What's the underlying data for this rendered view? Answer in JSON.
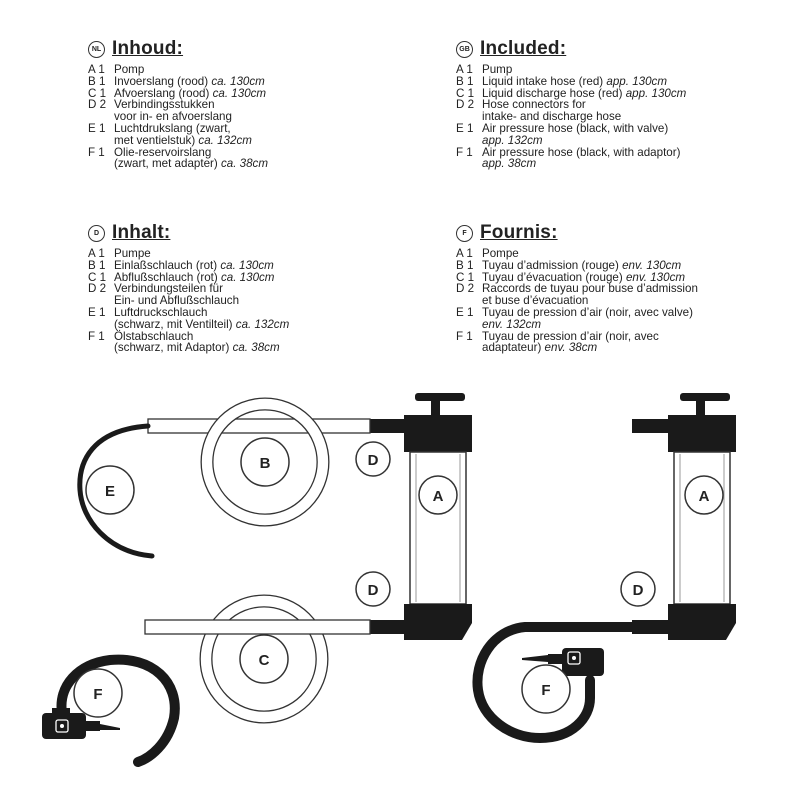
{
  "sections": [
    {
      "id": "nl",
      "badge": "NL",
      "title": "Inhoud:",
      "items": [
        {
          "code": "A 1",
          "lines": [
            {
              "text": "Pomp",
              "size": ""
            }
          ]
        },
        {
          "code": "B 1",
          "lines": [
            {
              "text": "Invoerslang (rood)",
              "size": "ca. 130cm"
            }
          ]
        },
        {
          "code": "C 1",
          "lines": [
            {
              "text": "Afvoerslang (rood)",
              "size": "ca. 130cm"
            }
          ]
        },
        {
          "code": "D 2",
          "lines": [
            {
              "text": "Verbindingsstukken",
              "size": ""
            },
            {
              "text": "voor in- en afvoerslang",
              "size": ""
            }
          ]
        },
        {
          "code": "E 1",
          "lines": [
            {
              "text": "Luchtdrukslang (zwart,",
              "size": ""
            },
            {
              "text": "met ventielstuk)",
              "size": "ca. 132cm"
            }
          ]
        },
        {
          "code": "F 1",
          "lines": [
            {
              "text": "Olie-reservoirslang",
              "size": ""
            },
            {
              "text": "(zwart, met adapter)",
              "size": "ca. 38cm"
            }
          ]
        }
      ]
    },
    {
      "id": "gb",
      "badge": "GB",
      "title": "Included:",
      "items": [
        {
          "code": "A 1",
          "lines": [
            {
              "text": "Pump",
              "size": ""
            }
          ]
        },
        {
          "code": "B 1",
          "lines": [
            {
              "text": "Liquid intake hose (red)",
              "size": "app. 130cm"
            }
          ]
        },
        {
          "code": "C 1",
          "lines": [
            {
              "text": "Liquid discharge hose (red)",
              "size": "app. 130cm"
            }
          ]
        },
        {
          "code": "D 2",
          "lines": [
            {
              "text": "Hose connectors for",
              "size": ""
            },
            {
              "text": "intake- and discharge hose",
              "size": ""
            }
          ]
        },
        {
          "code": "E 1",
          "lines": [
            {
              "text": "Air pressure hose (black, with valve)",
              "size": ""
            },
            {
              "text": "",
              "size": "app. 132cm"
            }
          ]
        },
        {
          "code": "F 1",
          "lines": [
            {
              "text": "Air pressure hose (black, with adaptor)",
              "size": ""
            },
            {
              "text": "",
              "size": "app. 38cm"
            }
          ]
        }
      ]
    },
    {
      "id": "d",
      "badge": "D",
      "title": "Inhalt:",
      "items": [
        {
          "code": "A 1",
          "lines": [
            {
              "text": "Pumpe",
              "size": ""
            }
          ]
        },
        {
          "code": "B 1",
          "lines": [
            {
              "text": "Einlaßschlauch (rot)",
              "size": "ca. 130cm"
            }
          ]
        },
        {
          "code": "C 1",
          "lines": [
            {
              "text": "Abflußschlauch (rot)",
              "size": "ca. 130cm"
            }
          ]
        },
        {
          "code": "D 2",
          "lines": [
            {
              "text": "Verbindungsteilen für",
              "size": ""
            },
            {
              "text": "Ein- und Abflußschlauch",
              "size": ""
            }
          ]
        },
        {
          "code": "E 1",
          "lines": [
            {
              "text": "Luftdruckschlauch",
              "size": ""
            },
            {
              "text": "(schwarz, mit Ventilteil)",
              "size": "ca. 132cm"
            }
          ]
        },
        {
          "code": "F 1",
          "lines": [
            {
              "text": "Ölstabschlauch",
              "size": ""
            },
            {
              "text": "(schwarz, mit Adaptor)",
              "size": "ca. 38cm"
            }
          ]
        }
      ]
    },
    {
      "id": "f",
      "badge": "F",
      "title": "Fournis:",
      "items": [
        {
          "code": "A 1",
          "lines": [
            {
              "text": "Pompe",
              "size": ""
            }
          ]
        },
        {
          "code": "B 1",
          "lines": [
            {
              "text": "Tuyau d’admission (rouge)",
              "size": "env. 130cm"
            }
          ]
        },
        {
          "code": "C 1",
          "lines": [
            {
              "text": "Tuyau d’évacuation (rouge)",
              "size": "env. 130cm"
            }
          ]
        },
        {
          "code": "D 2",
          "lines": [
            {
              "text": "Raccords de tuyau pour buse d’admission",
              "size": ""
            },
            {
              "text": "et buse d’évacuation",
              "size": ""
            }
          ]
        },
        {
          "code": "E 1",
          "lines": [
            {
              "text": "Tuyau de pression d’air (noir, avec valve)",
              "size": ""
            },
            {
              "text": "",
              "size": "env. 132cm"
            }
          ]
        },
        {
          "code": "F 1",
          "lines": [
            {
              "text": "Tuyau de pression d’air (noir, avec",
              "size": ""
            },
            {
              "text": "adaptateur)",
              "size": "env. 38cm"
            }
          ]
        }
      ]
    }
  ],
  "diagram_labels": {
    "a_left": "A",
    "a_right": "A",
    "b": "B",
    "c": "C",
    "d_left_top": "D",
    "d_left_bottom": "D",
    "d_right": "D",
    "e": "E",
    "f_left": "F",
    "f_right": "F"
  },
  "colors": {
    "ink": "#1a1a1a",
    "outline": "#333333",
    "background": "#ffffff"
  }
}
